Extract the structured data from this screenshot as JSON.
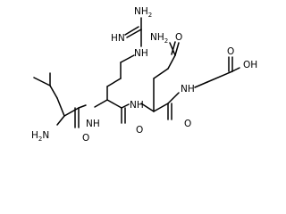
{
  "molecule": {
    "atoms": {
      "nh2_top": "NH",
      "nh2_top_sub": "2",
      "hn_guan": "HN",
      "nh_guan": "NH",
      "o_amide_side": "O",
      "nh2_side": "NH",
      "nh2_side_sub": "2",
      "oh_acid": "OH",
      "o_acid": "O",
      "nh_gly": "NH",
      "nh_arg": "NH",
      "o_gln": "O",
      "nh_leu": "NH",
      "o_arg": "O",
      "h2n_leu": "H",
      "h2n_leu_sub": "2",
      "h2n_leu_n": "N",
      "o_leu": "O"
    }
  }
}
